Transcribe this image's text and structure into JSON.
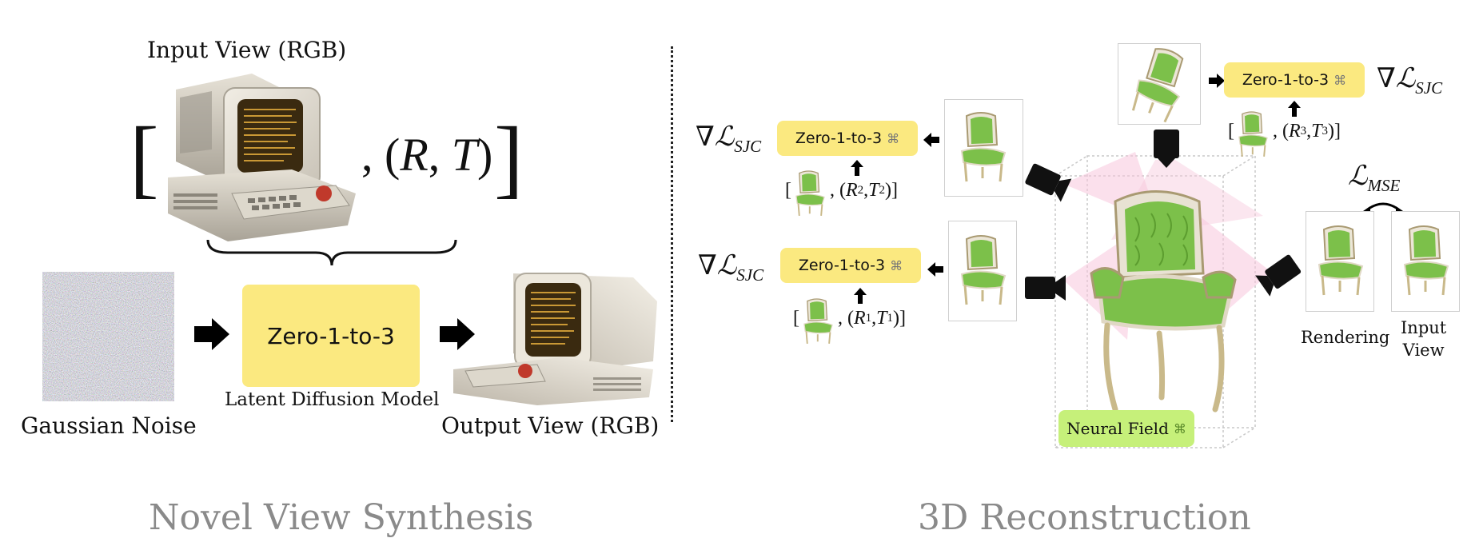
{
  "left": {
    "input_view_label": "Input View (RGB)",
    "pose_tuple": ", (R, T)",
    "pose_R": "R",
    "pose_T": "T",
    "model_box": "Zero-1-to-3",
    "model_caption": "Latent Diffusion Model",
    "noise_label": "Gaussian Noise",
    "output_label": "Output View (RGB)",
    "section_title": "Novel View Synthesis"
  },
  "right": {
    "model_box": "Zero-1-to-3",
    "grad_symbol": "∇",
    "loss_script": "ℒ",
    "loss_sub_sjc": "SJC",
    "loss_sub_mse": "MSE",
    "pose_1": {
      "R": "R",
      "T": "T",
      "index": "1"
    },
    "pose_2": {
      "R": "R",
      "T": "T",
      "index": "2"
    },
    "pose_3": {
      "R": "R",
      "T": "T",
      "index": "3"
    },
    "neural_field": "Neural Field",
    "rendering_label": "Rendering",
    "input_view_line1": "Input",
    "input_view_line2": "View",
    "section_title": "3D Reconstruction"
  },
  "colors": {
    "yellow_box": "#fbe980",
    "green_box": "#c6f07a",
    "pink_frustum": "#f7c7dc",
    "chair_green": "#7cc04a",
    "section_gray": "#8a8a8a"
  }
}
